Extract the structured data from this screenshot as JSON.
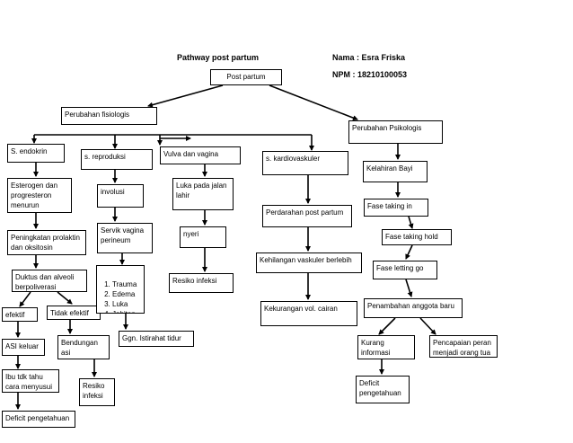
{
  "header": {
    "title": "Pathway post partum",
    "name": "Nama : Esra Friska",
    "npm": "NPM : 18210100053"
  },
  "nodes": {
    "post_partum": "Post partum",
    "perubahan_fisiologis": "Perubahan fisiologis",
    "perubahan_psikologis": "Perubahan Psikologis",
    "s_endokrin": "S. endokrin",
    "esterogen": "Esterogen dan\nprogresteron\nmenurun",
    "peningkatan_prolaktin": "Peningkatan prolaktin\ndan oksitosin",
    "duktus_alveoli": "Duktus dan alveoli\nberpoliverasi",
    "efektif": "efektif",
    "tidak_efektif": "Tidak efektif",
    "asi_keluar": "ASI keluar",
    "ibu_tdk_tahu": "Ibu tdk tahu\ncara menyusui",
    "defisit_pengetahuan_left": "Deficit pengetahuan",
    "bendungan_asi": "Bendungan\nasi",
    "resiko_infeksi_left": "Resiko\ninfeksi",
    "s_reproduksi": "s. reproduksi",
    "involusi": "involusi",
    "servik_vagina": "Servik vagina\nperineum",
    "trauma_list": [
      "Trauma",
      "Edema",
      "Luka",
      "Jahitan"
    ],
    "ggn_istirahat": "Ggn. Istirahat tidur",
    "vulva_vagina": "Vulva dan vagina",
    "luka_jalan_lahir": "Luka pada jalan\nlahir",
    "nyeri": "nyeri",
    "resiko_infeksi_mid": "Resiko infeksi",
    "s_kardiovaskuler": "s. kardiovaskuler",
    "perdarahan": "Perdarahan post partum",
    "kehilangan_vaskuler": "Kehilangan vaskuler berlebih",
    "kekurangan_cairan": "Kekurangan vol. cairan",
    "kelahiran_bayi": "Kelahiran Bayi",
    "fase_taking_in": "Fase taking in",
    "fase_taking_hold": "Fase taking hold",
    "fase_letting_go": "Fase letting go",
    "penambahan_anggota": "Penambahan anggota baru",
    "kurang_informasi": "Kurang\ninformasi",
    "pencapaian_peran": "Pencapaian peran\nmenjadi orang tua",
    "defisit_pengetahuan_right": "Deficit\npengetahuan"
  }
}
